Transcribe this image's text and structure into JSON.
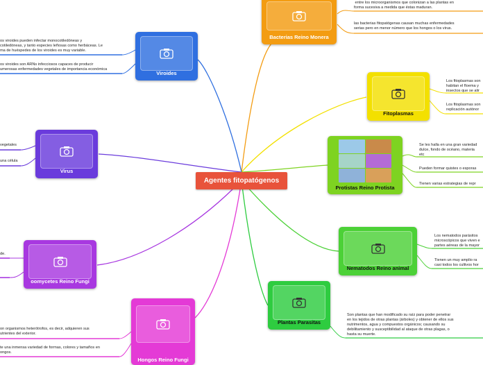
{
  "center": {
    "label": "Agentes fitopatógenos"
  },
  "nodes": {
    "bacterias": {
      "label": "Bacterias Reino Monera",
      "notes": [
        " entre los microorganismos que colonizan a las plantas en\nforma sucesiva a medida que éstas maduran.",
        "las bacterias fitopatógenas causan muchas enfermedades\nserias pero en menor número que los hongos o los virus."
      ]
    },
    "viroides": {
      "label": "Viroides",
      "notes": [
        "os viroides pueden infectar monocotiledóneas y\ncotiledóneas, y tanto especies leñosas como herbáceas. Le\nma de huéspedes de los viroides es muy variable.",
        "os viroides son ARNs infecciosos capaces de producir\numerosas enfermedades vegetales de importancia económica"
      ]
    },
    "fitoplasmas": {
      "label": "Fitoplasmas",
      "notes": [
        "Los fitoplasmas son\nhabitan el floema y\ninsectos que se alir",
        "Los fitoplasmas son\nreplicación autónor"
      ]
    },
    "virus": {
      "label": "Virus",
      "notes": [
        " vegetales",
        "una célula"
      ]
    },
    "protistas": {
      "label": "Protistas Reino Protista",
      "notes": [
        "Se les halla en una gran variedad\ndulce, fondo de océano, materia\netc",
        "Pueden formar quistes o esporas",
        "Tienen varias estrategias de repr"
      ]
    },
    "nematodos": {
      "label": "Nematodos Reino animal",
      "notes": [
        "Los nematodos parásitos\nmicroscópicos que viven e\npartes aéreas de la mayor",
        "Tienen un muy amplio ra\ncasi todos los cultivos hor"
      ]
    },
    "oomycetes": {
      "label": "oomycetes Reino Fungi",
      "notes": [
        "de."
      ]
    },
    "plantas": {
      "label": "Plantas Parasitas",
      "notes": [
        "Son plantas que han modificado su raíz para poder penetrar\nen los tejidos de otras plantas (árboles) y obtener de ellos sus\nnutrimentos, agua y compuestos orgánicos; causando su\ndebilitamiento y susceptibilidad al ataque de otras plagas, o\nhasta su muerte."
      ]
    },
    "hongos": {
      "label": "Hongos Reino Fungi",
      "notes": [
        "on organismos heterótrofos, es decir, adquieren sus\nutrientes del exterior.",
        "te una inmensa variedad de formas, colores y tamaños en\nongos."
      ]
    }
  },
  "colors": {
    "center": "#e8533b",
    "bacterias": "#f39c12",
    "viroides": "#2f6fe0",
    "fitoplasmas": "#f3e000",
    "virus": "#6a3bdc",
    "protistas": "#7ed321",
    "nematodos": "#4cd137",
    "oomycetes": "#a838e0",
    "plantas": "#2ecc40",
    "hongos": "#e43ad6"
  }
}
